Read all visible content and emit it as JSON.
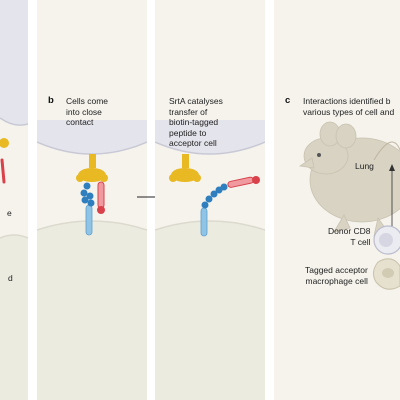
{
  "left_panel": {
    "fragment_a": "e",
    "fragment_b": "d"
  },
  "panel_b": {
    "letter": "b",
    "caption": "Cells come\ninto close\ncontact"
  },
  "panel_b2": {
    "caption": "SrtA catalyses\ntransfer of\nbiotin-tagged\npeptide to\nacceptor cell"
  },
  "panel_c": {
    "letter": "c",
    "caption": "Interactions identified b\nvarious types of cell and",
    "organ_label": "Lung",
    "donor_label": "Donor CD8\nT cell",
    "acceptor_label": "Tagged acceptor\nmacrophage cell"
  },
  "colors": {
    "panel_bg": "#f5f3ec",
    "membrane": "#e4e4ec",
    "srta": "#e8b923",
    "tag_red": "#d9414b",
    "peptide_pink": "#f09aa0",
    "receptor_blue": "#8fc4e6",
    "bead_blue": "#2f7fbf",
    "mouse": "#d9d3c4"
  }
}
